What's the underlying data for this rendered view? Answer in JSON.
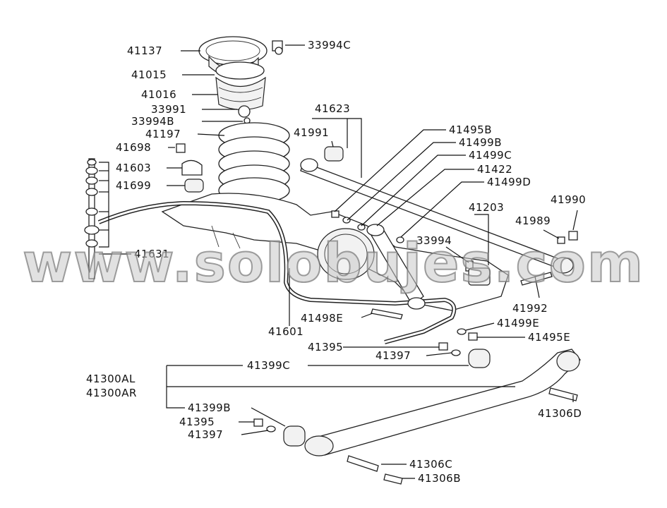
{
  "watermark": "www.solobujes.com",
  "labels": {
    "l41137": "41137",
    "l33994C": "33994C",
    "l41015": "41015",
    "l41016": "41016",
    "l33991": "33991",
    "l33994B": "33994B",
    "l41197": "41197",
    "l41698": "41698",
    "l41603": "41603",
    "l41699": "41699",
    "l41631": "41631",
    "l41623": "41623",
    "l41991": "41991",
    "l41495B": "41495B",
    "l41499B": "41499B",
    "l41499C": "41499C",
    "l41422": "41422",
    "l41499D": "41499D",
    "l41203": "41203",
    "l41990": "41990",
    "l41989": "41989",
    "l33994": "33994",
    "l41992": "41992",
    "l41498E": "41498E",
    "l41499E": "41499E",
    "l41495E": "41495E",
    "l41601": "41601",
    "l41395a": "41395",
    "l41397a": "41397",
    "l41399C": "41399C",
    "l41300AL": "41300AL",
    "l41300AR": "41300AR",
    "l41399B": "41399B",
    "l41306D": "41306D",
    "l41395b": "41395",
    "l41397b": "41397",
    "l41306C": "41306C",
    "l41306B": "41306B"
  }
}
